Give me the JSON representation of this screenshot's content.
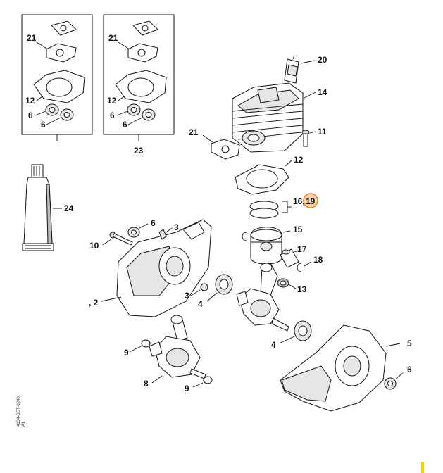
{
  "labels": {
    "p21a": "21",
    "p12a": "12",
    "p6a": "6",
    "p6b": "6",
    "p21b": "21",
    "p12b": "12",
    "p6c": "6",
    "p6d": "6",
    "p23": "23",
    "p20": "20",
    "p14": "14",
    "p21c": "21",
    "p11": "11",
    "p12c": "12",
    "p16": "16,",
    "p19": "19",
    "p24": "24",
    "p6e": "6",
    "p3a": "3",
    "p10": "10",
    "p15": "15",
    "p17": "17",
    "p18": "18",
    "p3b": "3",
    "p4a": "4",
    "p13": "13",
    "p2": ", 2",
    "p9a": "9",
    "p4b": "4",
    "p5": "5",
    "p6f": "6",
    "p8": "8",
    "p9b": "9"
  },
  "drawing_code": [
    "4134-GET-0240",
    "A1"
  ],
  "highlight_color": "#e8832a",
  "marker_color": "#ffd400"
}
